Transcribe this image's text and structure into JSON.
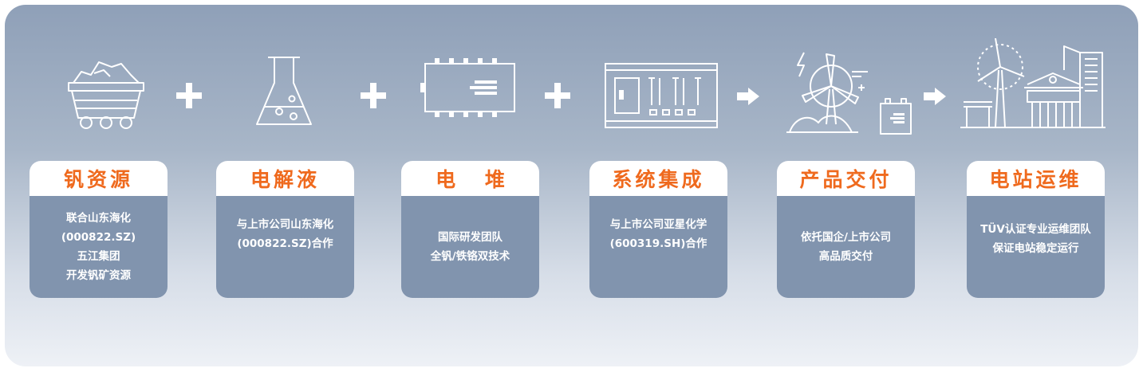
{
  "operators": [
    "+",
    "+",
    "+",
    "arrow",
    "arrow"
  ],
  "colors": {
    "accent": "#ef6a1e",
    "card": "#8194ae",
    "line": "#ffffff"
  },
  "steps": [
    {
      "icon": "mine-cart-icon",
      "title": "钒资源",
      "lines": [
        "联合山东海化",
        "(000822.SZ)",
        "五江集团",
        "开发钒矿资源"
      ]
    },
    {
      "icon": "flask-icon",
      "title": "电解液",
      "lines": [
        "与上市公司山东海化",
        "(000822.SZ)合作"
      ]
    },
    {
      "icon": "battery-stack-icon",
      "title": "电 堆",
      "lines": [
        "国际研发团队",
        "全钒/铁铬双技术"
      ]
    },
    {
      "icon": "container-icon",
      "title": "系统集成",
      "lines": [
        "与上市公司亚星化学",
        "(600319.SH)合作"
      ]
    },
    {
      "icon": "wind-power-icon",
      "title": "产品交付",
      "lines": [
        "依托国企/上市公司",
        "高品质交付"
      ]
    },
    {
      "icon": "power-station-icon",
      "title": "电站运维",
      "lines": [
        "TÜV认证专业运维团队",
        "保证电站稳定运行"
      ]
    }
  ]
}
